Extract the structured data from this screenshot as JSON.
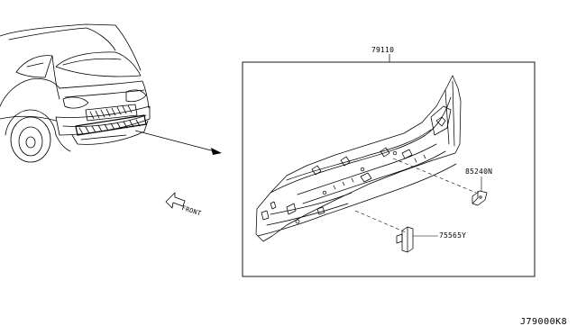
{
  "diagram_id": "J79000K8",
  "orientation_label": "FRONT",
  "parts": {
    "main_panel": "79110",
    "bracket_right": "85240N",
    "bracket_lower": "75565Y"
  }
}
